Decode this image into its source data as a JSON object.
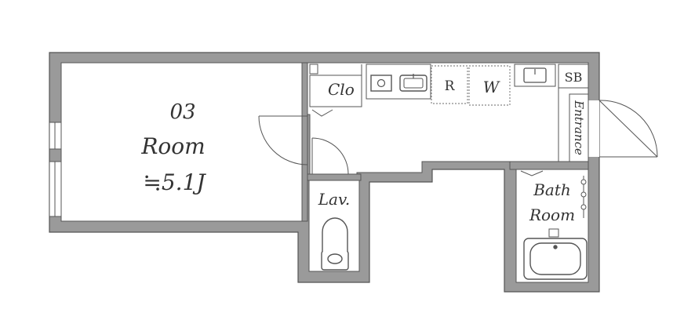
{
  "colors": {
    "wall": "#9a9a9a",
    "wall_edge": "#555555",
    "line": "#555555",
    "text": "#333333",
    "appliance_dash": "#888888"
  },
  "room": {
    "number": "03",
    "name": "Room",
    "area": "≒5.1J"
  },
  "labels": {
    "closet": "Clo",
    "refrigerator": "R",
    "washer": "W",
    "shoe_box": "SB",
    "entrance": "Entrance",
    "lavatory": "Lav.",
    "bath_line1": "Bath",
    "bath_line2": "Room"
  },
  "icons": [
    "door-swing-icon",
    "stove-icon",
    "sink-icon",
    "toilet-icon",
    "bathtub-icon",
    "washbasin-icon"
  ]
}
